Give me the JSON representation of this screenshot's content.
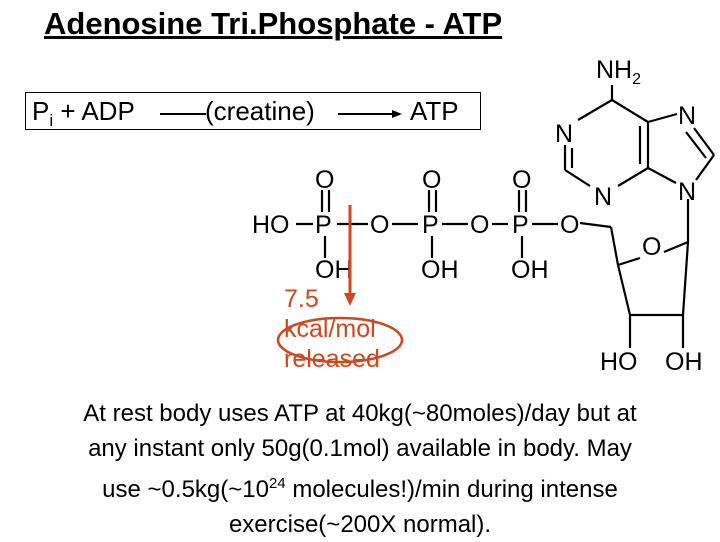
{
  "title": "Adenosine Tri.Phosphate  - ATP",
  "equation": {
    "pi_letter": "P",
    "pi_sub": "i",
    "plus_adp": " + ADP",
    "catalyst": "(creatine)",
    "product": "ATP"
  },
  "structure": {
    "nh2": "NH",
    "nh2_sub": "2",
    "n_ring_1": "N",
    "n_ring_2": "N",
    "n_ring_3": "N",
    "n_ring_4": "N",
    "o_ring": "O",
    "ho_left": "HO",
    "p1": "P",
    "p2": "P",
    "p3": "P",
    "o_top_1": "O",
    "o_top_2": "O",
    "o_top_3": "O",
    "o_bridge_1": "O",
    "o_bridge_2": "O",
    "o_bridge_3": "O",
    "oh_1": "OH",
    "oh_2": "OH",
    "oh_3": "OH",
    "ho_sugar": "HO",
    "oh_sugar": "OH"
  },
  "energy": {
    "value": "7.5",
    "unit": "kcal/mol",
    "word": "released",
    "color": "#d2461e"
  },
  "caption": {
    "line1": "At rest body uses ATP at 40kg(~80moles)/day but at",
    "line2": "any instant only 50g(0.1mol) available in body. May",
    "line3_pre": "use ~0.5kg(~10",
    "line3_sup": "24",
    "line3_post": " molecules!)/min during intense",
    "line4": "exercise(~200X normal)."
  }
}
